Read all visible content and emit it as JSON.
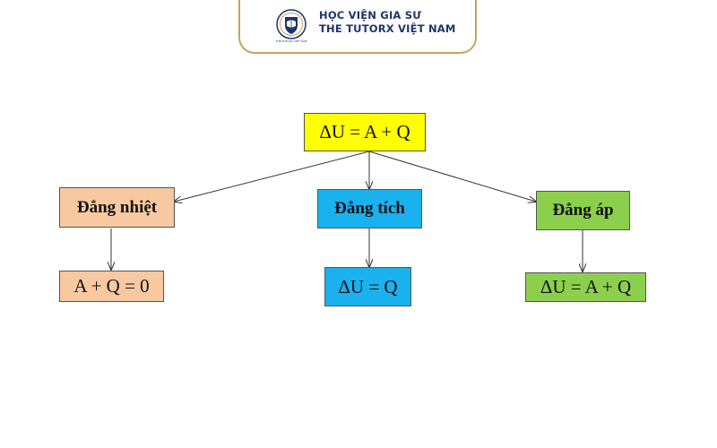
{
  "header": {
    "line1": "HỌC VIỆN GIA SƯ",
    "line2": "THE TUTORX VIỆT NAM",
    "logo_caption": "THE TUTORX VIET NAM"
  },
  "diagram": {
    "root": {
      "label": "ΔU = A + Q",
      "color": "#ffff00"
    },
    "branches": [
      {
        "process": "Đẳng nhiệt",
        "process_color": "#f8c8a0",
        "result": "A + Q = 0",
        "result_color": "#f8c8a0"
      },
      {
        "process": "Đẳng tích",
        "process_color": "#1ab1ef",
        "result": "ΔU = Q",
        "result_color": "#1ab1ef"
      },
      {
        "process": "Đẳng áp",
        "process_color": "#8ccf4d",
        "result": "ΔU = A + Q",
        "result_color": "#8ccf4d"
      }
    ]
  }
}
